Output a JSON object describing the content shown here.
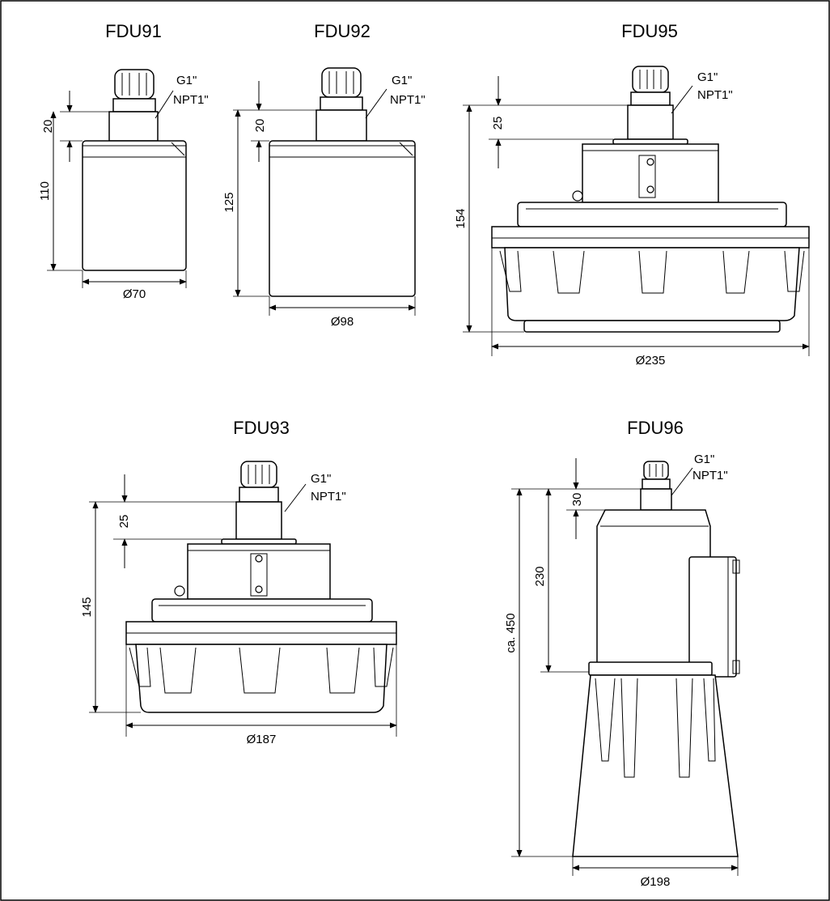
{
  "models": {
    "fdu91": {
      "name": "FDU91",
      "thread_g": "G1\"",
      "thread_npt": "NPT1\"",
      "dim_thread_height": "20",
      "dim_total_height": "110",
      "dim_diameter": "Ø70"
    },
    "fdu92": {
      "name": "FDU92",
      "thread_g": "G1\"",
      "thread_npt": "NPT1\"",
      "dim_thread_height": "20",
      "dim_total_height": "125",
      "dim_diameter": "Ø98"
    },
    "fdu95": {
      "name": "FDU95",
      "thread_g": "G1\"",
      "thread_npt": "NPT1\"",
      "dim_thread_height": "25",
      "dim_total_height": "154",
      "dim_diameter": "Ø235"
    },
    "fdu93": {
      "name": "FDU93",
      "thread_g": "G1\"",
      "thread_npt": "NPT1\"",
      "dim_thread_height": "25",
      "dim_total_height": "145",
      "dim_diameter": "Ø187"
    },
    "fdu96": {
      "name": "FDU96",
      "thread_g": "G1\"",
      "thread_npt": "NPT1\"",
      "dim_thread_height": "30",
      "dim_body_height": "230",
      "dim_total_height": "ca. 450",
      "dim_diameter": "Ø198"
    }
  }
}
